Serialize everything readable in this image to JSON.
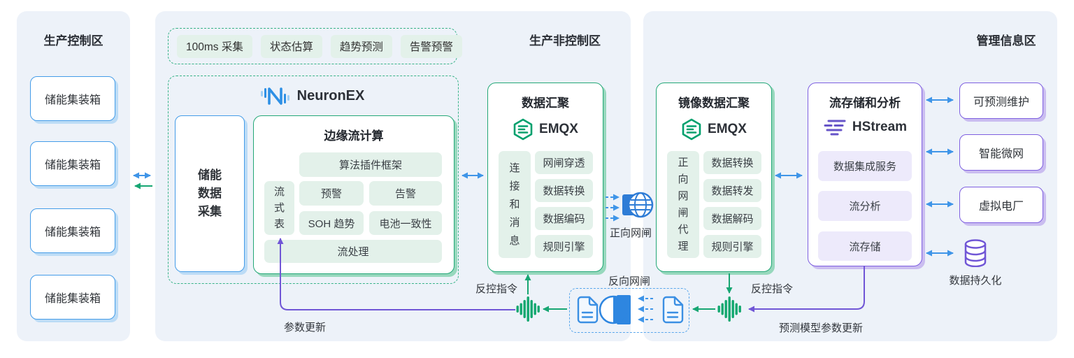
{
  "colors": {
    "panel_bg": "#edf2f9",
    "blue_accent": "#449ce8",
    "green_accent": "#23a777",
    "purple_accent": "#7e5fe0",
    "arrow_blue": "#3f95e8",
    "arrow_green": "#17a673",
    "arrow_purple": "#7056d6"
  },
  "left_zone": {
    "title": "生产控制区",
    "containers": [
      "储能集装箱",
      "储能集装箱",
      "储能集装箱",
      "储能集装箱"
    ]
  },
  "middle_zone": {
    "title": "生产非控制区",
    "tags": [
      "100ms 采集",
      "状态估算",
      "趋势预测",
      "告警预警"
    ],
    "neuronex": {
      "name": "NeuronEX",
      "collector": "储能\n数据\n采集",
      "edge": {
        "title": "边缘流计算",
        "framework": "算法插件框架",
        "stream_table": "流\n式\n表",
        "cell_warn": "预警",
        "cell_alarm": "告警",
        "cell_soh": "SOH 趋势",
        "cell_consistency": "电池一致性",
        "stream_processing": "流处理"
      }
    },
    "hub": {
      "title": "数据汇聚",
      "product": "EMQX",
      "side": "连\n接\n和\n消\n息",
      "items": [
        "网闸穿透",
        "数据转换",
        "数据编码",
        "规则引擎"
      ]
    },
    "forward_gate": "正向网闸"
  },
  "right_zone": {
    "title": "管理信息区",
    "mirror_hub": {
      "title": "镜像数据汇聚",
      "product": "EMQX",
      "side": "正\n向\n网\n闸\n代\n理",
      "items": [
        "数据转换",
        "数据转发",
        "数据解码",
        "规则引擎"
      ]
    },
    "stream_store": {
      "title": "流存储和分析",
      "product": "HStream",
      "items": [
        "数据集成服务",
        "流分析",
        "流存储"
      ]
    },
    "apps": [
      "可预测维护",
      "智能微网",
      "虚拟电厂"
    ],
    "persistence": "数据持久化"
  },
  "flow_labels": {
    "reverse_command_left": "反控指令",
    "reverse_gate": "反向网闸",
    "reverse_command_right": "反控指令",
    "param_update": "参数更新",
    "model_param_update": "预测模型参数更新"
  }
}
